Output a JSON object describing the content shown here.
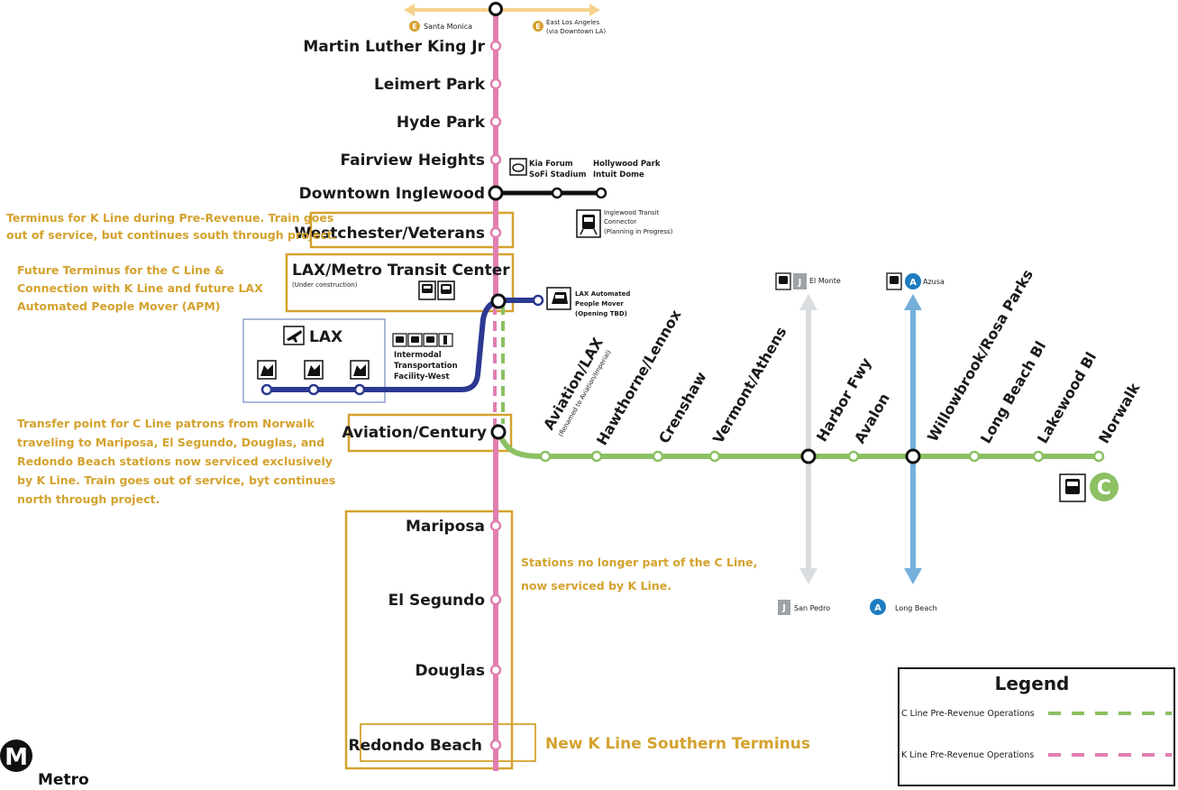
{
  "colors": {
    "k_line": "#e07fb0",
    "c_line": "#8cc063",
    "lax_connector": "#2b3990",
    "j_line": "#d9dde0",
    "a_line": "#74b0db",
    "annotation": "#d4a22e",
    "black_line": "#111111"
  },
  "top_destinations": {
    "west_badge": "E",
    "west": "Santa Monica",
    "east_badge": "E",
    "east_line1": "East Los Angeles",
    "east_line2": "(via Downtown LA)"
  },
  "k_stations": {
    "mlk": "Martin Luther King Jr",
    "leimert": "Leimert Park",
    "hyde": "Hyde Park",
    "fairview": "Fairview Heights",
    "downtown_inglewood": "Downtown Inglewood",
    "westchester": "Westchester/Veterans",
    "lax_metro": "LAX/Metro Transit Center",
    "lax_metro_sub": "(Under construction)",
    "aviation_century": "Aviation/Century",
    "mariposa": "Mariposa",
    "el_segundo": "El Segundo",
    "douglas": "Douglas",
    "redondo": "Redondo Beach"
  },
  "venues": {
    "kia_forum": "Kia Forum",
    "sofi": "SoFi Stadium",
    "hollywood_park": "Hollywood Park",
    "intuit_dome": "Intuit Dome",
    "connector_line1": "Inglewood Transit",
    "connector_line2": "Connector",
    "connector_line3": "(Planning in Progress)"
  },
  "lax": {
    "label": "LAX",
    "itf_line1": "Intermodal",
    "itf_line2": "Transportation",
    "itf_line3": "Facility-West",
    "apm_line1": "LAX Automated",
    "apm_line2": "People Mover",
    "apm_line3": "(Opening TBD)"
  },
  "c_stations": {
    "aviation_lax": "Aviation/LAX",
    "aviation_lax_sub": "(Renamed to Aviation/Imperial)",
    "hawthorne": "Hawthorne/Lennox",
    "crenshaw": "Crenshaw",
    "vermont": "Vermont/Athens",
    "harbor": "Harbor Fwy",
    "avalon": "Avalon",
    "willowbrook": "Willowbrook/Rosa Parks",
    "long_beach_bl": "Long Beach Bl",
    "lakewood": "Lakewood Bl",
    "norwalk": "Norwalk",
    "c_badge": "C"
  },
  "transfers": {
    "j_badge": "J",
    "j_north": "El Monte",
    "j_south": "San Pedro",
    "a_badge": "A",
    "a_north": "Azusa",
    "a_south": "Long Beach"
  },
  "notes": {
    "westchester_line1": "Terminus for K Line during Pre-Revenue. Train goes",
    "westchester_line2": "out of service, but continues south through project.",
    "lax_line1": "Future Terminus for the C Line &",
    "lax_line2": "Connection with K Line and future LAX",
    "lax_line3": "Automated People Mover (APM)",
    "aviation_line1": "Transfer point for C Line patrons from Norwalk",
    "aviation_line2": "traveling to Mariposa, El Segundo, Douglas, and",
    "aviation_line3": "Redondo Beach stations now serviced exclusively",
    "aviation_line4": "by K Line. Train goes out of service, byt continues",
    "aviation_line5": "north through project.",
    "south_line1": "Stations no longer part of the C Line,",
    "south_line2": "now serviced by K Line.",
    "terminus": "New K Line Southern Terminus"
  },
  "legend": {
    "title": "Legend",
    "c_item": "C Line Pre-Revenue Operations",
    "k_item": "K Line Pre-Revenue Operations"
  },
  "brand": {
    "logo_letter": "M",
    "name": "Metro"
  }
}
